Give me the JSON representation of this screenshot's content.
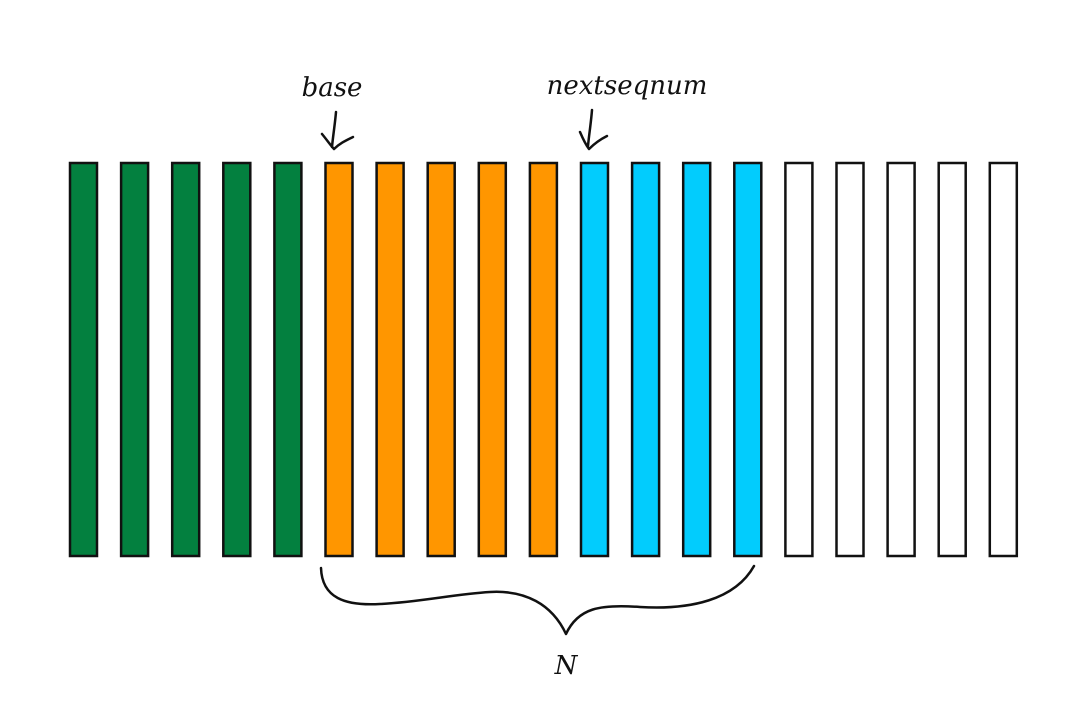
{
  "labels": {
    "base": "base",
    "nextseqnum": "nextseqnum",
    "window": "N"
  },
  "slots": [
    {
      "state": "acked"
    },
    {
      "state": "acked"
    },
    {
      "state": "acked"
    },
    {
      "state": "acked"
    },
    {
      "state": "acked"
    },
    {
      "state": "sent-unacked"
    },
    {
      "state": "sent-unacked"
    },
    {
      "state": "sent-unacked"
    },
    {
      "state": "sent-unacked"
    },
    {
      "state": "sent-unacked"
    },
    {
      "state": "usable"
    },
    {
      "state": "usable"
    },
    {
      "state": "usable"
    },
    {
      "state": "usable"
    },
    {
      "state": "unusable"
    },
    {
      "state": "unusable"
    },
    {
      "state": "unusable"
    },
    {
      "state": "unusable"
    },
    {
      "state": "unusable"
    }
  ],
  "colors": {
    "acked": "#03803f",
    "sent-unacked": "#ff9600",
    "usable": "#02ccfd",
    "unusable": "#ffffff",
    "stroke": "#111111"
  }
}
